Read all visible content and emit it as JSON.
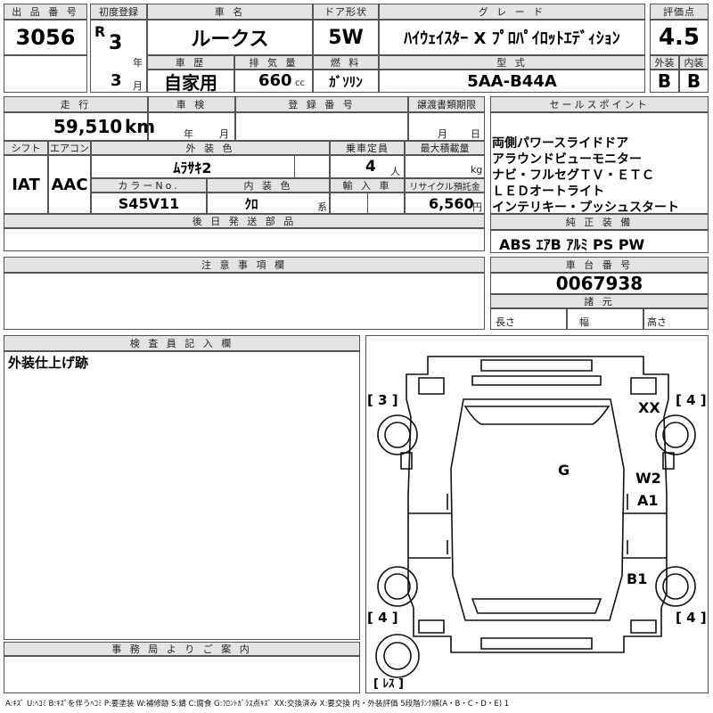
{
  "top": {
    "lot_no_label": "出 品 番 号",
    "lot_no": "3056",
    "first_reg_label": "初度登録",
    "era": "R",
    "year": "3",
    "year_unit": "年",
    "month": "3",
    "month_unit": "月",
    "car_name_label": "車 名",
    "car_name": "ルークス",
    "door_label": "ドア形状",
    "door": "5W",
    "grade_label": "グ レ ー ド",
    "grade": "ﾊｲｳｪｲｽﾀｰ X ﾌﾟﾛﾊﾟｲﾛｯﾄｴﾃﾞｨｼｮﾝ",
    "score_label": "評価点",
    "score": "4.5",
    "history_label": "車 歴",
    "history": "自家用",
    "displacement_label": "排 気 量",
    "displacement": "660",
    "displacement_unit": "cc",
    "fuel_label": "燃 料",
    "fuel": "ｶﾞｿﾘﾝ",
    "model_label": "型 式",
    "model": "5AA-B44A",
    "exterior_label": "外装",
    "exterior": "B",
    "interior_label": "内装",
    "interior": "B"
  },
  "row2": {
    "mileage_label": "走 行",
    "mileage": "59,510",
    "mileage_unit": "km",
    "inspection_label": "車 検",
    "insp_year_unit": "年",
    "insp_month_unit": "月",
    "reg_no_label": "登 録 番 号",
    "transfer_label": "譲渡書類期限",
    "transfer_month_unit": "月",
    "transfer_day_unit": "日",
    "shift_label": "シフト",
    "shift": "IAT",
    "ac_label": "エアコン",
    "ac": "AAC",
    "color_label": "外 装 色",
    "color": "ﾑﾗｻｷ2",
    "capacity_label": "乗車定員",
    "capacity": "4",
    "capacity_unit": "人",
    "load_label": "最大積載量",
    "load_unit": "kg",
    "color_no_label": "カラーNo.",
    "color_no": "S45V11",
    "int_color_label": "内 装 色",
    "int_color": "ｸﾛ",
    "int_color_unit": "系",
    "import_label": "輸 入 車",
    "recycle_label": "リサイクル預託金",
    "recycle": "6,560",
    "recycle_unit": "円",
    "later_parts_label": "後 日 発 送 部 品"
  },
  "sales": {
    "label": "セールスポイント",
    "lines": [
      "両側パワースライドドア",
      "アラウンドビューモニター",
      "ナビ・フルセグＴＶ・ＥＴＣ",
      "ＬＥＤオートライト",
      "インテリキー・プッシュスタート"
    ],
    "equip_label": "純 正 装 備",
    "equip": "ABS ｴｱB ｱﾙﾐ PS PW"
  },
  "notes_label": "注 意 事 項 欄",
  "chassis": {
    "label": "車 台 番 号",
    "number": "0067938",
    "spec_label": "諸 元",
    "length_label": "長さ",
    "width_label": "幅",
    "height_label": "高さ"
  },
  "inspector": {
    "label": "検 査 員 記 入 欄",
    "text": "外装仕上げ跡"
  },
  "office_label": "事 務 局 よ り ご 案 内",
  "diagram": {
    "tire_fl": "[ 3 ]",
    "tire_fr": "[ 4 ]",
    "tire_rl": "[ 4 ]",
    "tire_rr": "[ 4 ]",
    "spare": "[ ﾚｽ ]",
    "marks": [
      "XX",
      "G",
      "W2",
      "A1",
      "B1"
    ]
  },
  "legend": "A:ｷｽﾞ U:ﾍｺﾐ B:ｷｽﾞを伴うﾍｺﾐ P:要塗装 W:補修跡 S:錆 C:腐食 G:ﾌﾛﾝﾄｶﾞﾗｽ点ｷｽﾞ XX:交換済み X:要交換 内・外装評価 5段階ﾗﾝｸ順(A・B・C・D・E) 1"
}
